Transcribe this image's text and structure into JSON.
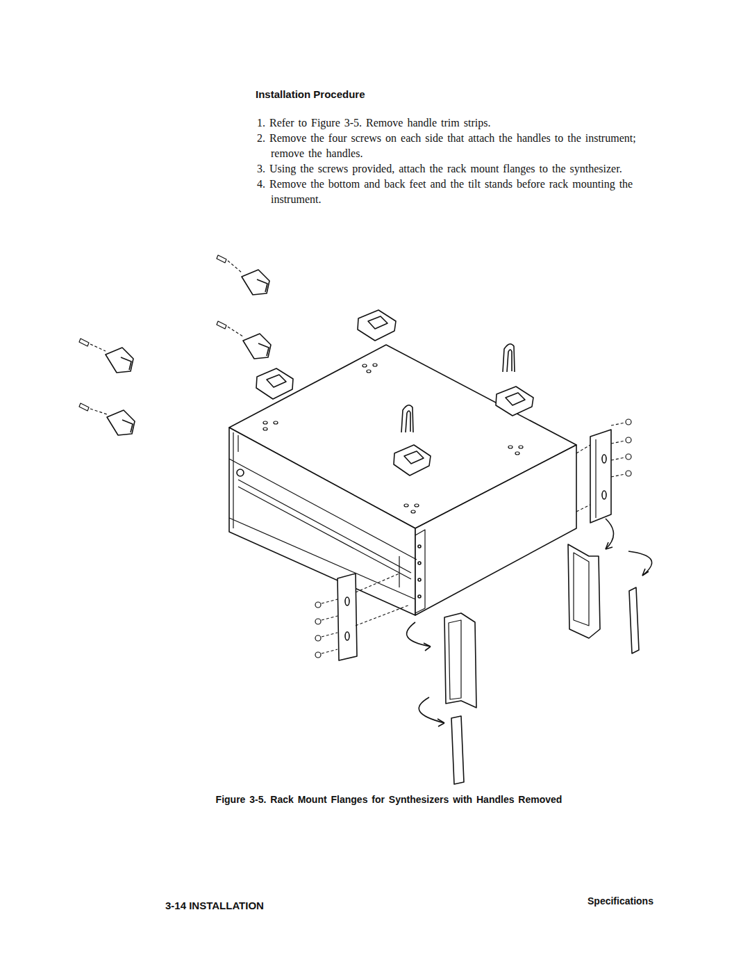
{
  "diagram": {
    "title": "Installation Procedure",
    "caption": "Figure 3-5. Rack Mount Flanges for Synthesizers with Handles Removed",
    "labels": [
      "1. Refer to Figure 3-5. Remove handle trim strips.",
      "2. Remove the four screws on each side that attach the handles to the instrument; remove the handles.",
      "3. Using the screws provided, attach the rack mount flanges to the synthesizer.",
      "4. Remove the bottom and back feet and the tilt stands before rack mounting the instrument.",
      "3-14 INSTALLATION",
      "Specifications"
    ]
  }
}
